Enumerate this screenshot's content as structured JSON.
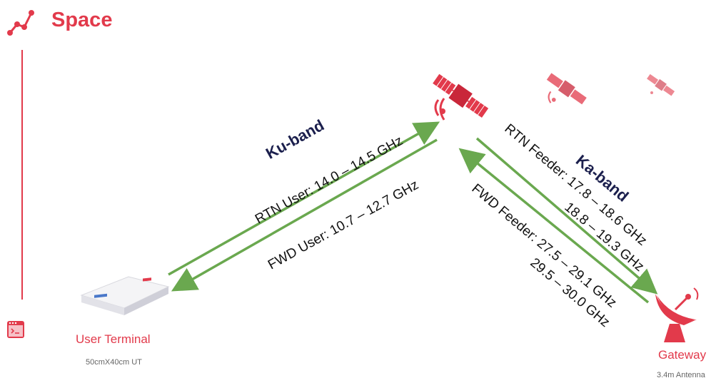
{
  "title": "Space",
  "left_link": {
    "band": "Ku-band",
    "rtn": "RTN User: 14.0 – 14.5 GHz",
    "fwd": "FWD User: 10.7 – 12.7 GHz"
  },
  "right_link": {
    "band": "Ka-band",
    "rtn_line1": "RTN Feeder: 17.8 – 18.6 GHz",
    "rtn_line2": "18.8 – 19.3 GHz",
    "fwd_line1": "FWD Feeder: 27.5 – 29.1 GHz",
    "fwd_line2": "29.5 – 30.0 GHz"
  },
  "user_terminal": {
    "label": "User Terminal",
    "sub": "50cmX40cm UT"
  },
  "gateway": {
    "label": "Gateway",
    "sub": "3.4m Antenna"
  },
  "colors": {
    "accent": "#e23a4b",
    "arrow": "#6aa84f",
    "band": "#1b1f4d"
  }
}
